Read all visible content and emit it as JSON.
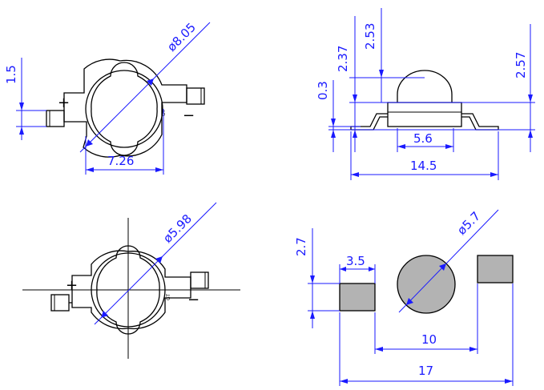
{
  "views": {
    "top": {
      "dim_height": "1.5",
      "dim_diameter": "ø8.05",
      "dim_width": "7.26",
      "plus": "+",
      "minus": "−",
      "marking": "GT"
    },
    "side": {
      "dim_a": "2.37",
      "dim_b": "2.53",
      "dim_c": "2.57",
      "dim_d": "0.3",
      "dim_inner": "5.6",
      "dim_total": "14.5"
    },
    "bottom": {
      "dim_diameter": "ø5.98",
      "plus": "+",
      "minus": "−",
      "marking": "GT"
    },
    "footprint": {
      "dim_pad_h": "2.7",
      "dim_pad_w": "3.5",
      "dim_diameter": "ø5.7",
      "dim_pitch": "10",
      "dim_total": "17"
    }
  },
  "colors": {
    "dimension": "#1a1aff",
    "outline": "#000000",
    "pad_fill": "#b3b3b3"
  }
}
